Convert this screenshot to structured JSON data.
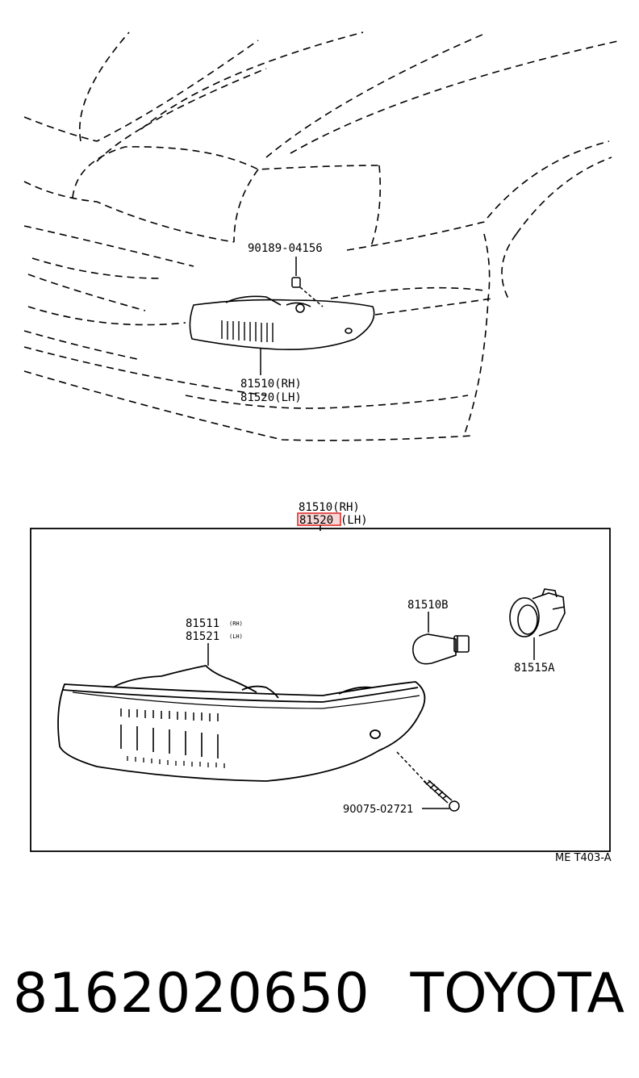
{
  "diagram": {
    "top_view": {
      "screw_label": "90189-04156",
      "lamp_label_rh": "81510(RH)",
      "lamp_label_lh": "81520(LH)"
    },
    "detail_view": {
      "assembly_rh": "81510(RH)",
      "assembly_lh_code": "81520",
      "assembly_lh_suffix": "(LH)",
      "lens_rh": "81511",
      "lens_rh_tag": "(RH)",
      "lens_lh": "81521",
      "lens_lh_tag": "(LH)",
      "bulb_label": "81510B",
      "socket_label": "81515A",
      "screw_label": "90075-02721",
      "figure_code": "ME T403-A"
    },
    "highlight_color": "#e03030"
  },
  "footer": {
    "part_number": "8162020650",
    "brand": "TOYOTA"
  }
}
